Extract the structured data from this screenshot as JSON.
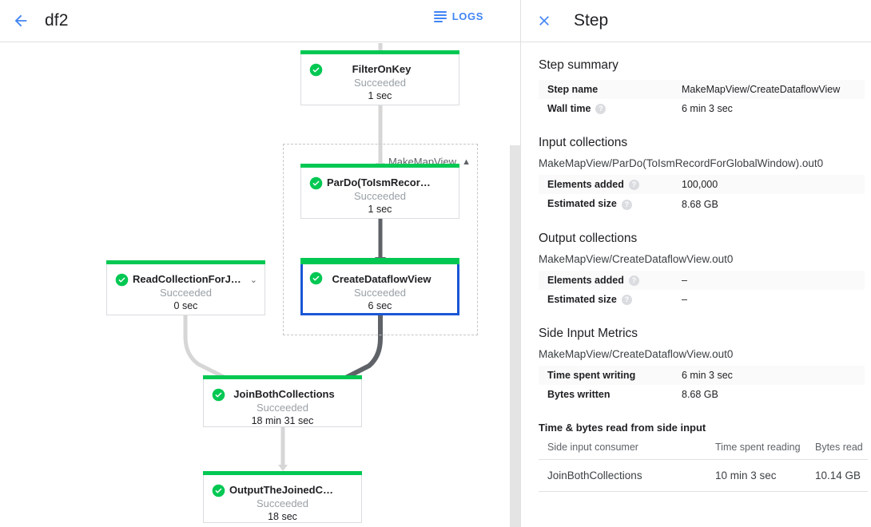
{
  "topbar": {
    "back_icon": "arrow-left-icon",
    "job_title": "df2",
    "logs_icon": "logs-icon",
    "logs_label": "LOGS"
  },
  "graph": {
    "group": {
      "label": "MakeMapView",
      "caret": "⌃"
    },
    "nodes": [
      {
        "id": "filter-on-key",
        "title": "FilterOnKey",
        "status": "Succeeded",
        "time": "1 sec",
        "selected": false,
        "caret": ""
      },
      {
        "id": "pardo-toismrecordfor",
        "title": "ParDo(ToIsmRecordFor…",
        "status": "Succeeded",
        "time": "1 sec",
        "selected": false,
        "caret": ""
      },
      {
        "id": "create-dataflow-view",
        "title": "CreateDataflowView",
        "status": "Succeeded",
        "time": "6 sec",
        "selected": true,
        "caret": ""
      },
      {
        "id": "read-collection-for-join",
        "title": "ReadCollectionForJoin",
        "status": "Succeeded",
        "time": "0 sec",
        "selected": false,
        "caret": "⌄"
      },
      {
        "id": "join-both-collections",
        "title": "JoinBothCollections",
        "status": "Succeeded",
        "time": "18 min 31 sec",
        "selected": false,
        "caret": ""
      },
      {
        "id": "output-the-joined-collec",
        "title": "OutputTheJoinedCollec…",
        "status": "Succeeded",
        "time": "18 sec",
        "selected": false,
        "caret": ""
      }
    ],
    "status_color": "#00c853",
    "selected_color": "#1a56d6"
  },
  "panel": {
    "close_icon": "close-icon",
    "title": "Step",
    "step_summary": {
      "heading": "Step summary",
      "rows": [
        {
          "key": "Step name",
          "help": false,
          "value": "MakeMapView/CreateDataflowView"
        },
        {
          "key": "Wall time",
          "help": true,
          "value": "6 min 3 sec"
        }
      ]
    },
    "input_collections": {
      "heading": "Input collections",
      "collection": "MakeMapView/ParDo(ToIsmRecordForGlobalWindow).out0",
      "rows": [
        {
          "key": "Elements added",
          "help": true,
          "value": "100,000"
        },
        {
          "key": "Estimated size",
          "help": true,
          "value": "8.68 GB"
        }
      ]
    },
    "output_collections": {
      "heading": "Output collections",
      "collection": "MakeMapView/CreateDataflowView.out0",
      "rows": [
        {
          "key": "Elements added",
          "help": true,
          "value": "–"
        },
        {
          "key": "Estimated size",
          "help": true,
          "value": "–"
        }
      ]
    },
    "side_input_metrics": {
      "heading": "Side Input Metrics",
      "collection": "MakeMapView/CreateDataflowView.out0",
      "rows": [
        {
          "key": "Time spent writing",
          "help": false,
          "value": "6 min 3 sec"
        },
        {
          "key": "Bytes written",
          "help": false,
          "value": "8.68 GB"
        }
      ],
      "sub_heading": "Time & bytes read from side input",
      "columns": [
        "Side input consumer",
        "Time spent reading",
        "Bytes read"
      ],
      "data_rows": [
        [
          "JoinBothCollections",
          "10 min 3 sec",
          "10.14 GB"
        ]
      ]
    }
  }
}
